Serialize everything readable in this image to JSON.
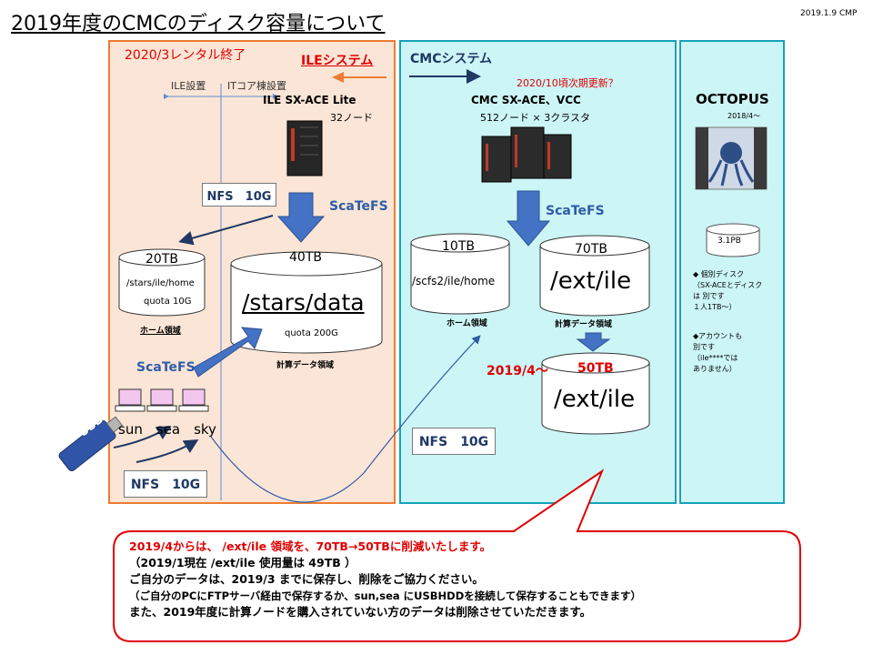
{
  "title": "2019年度のCMCのディスク容量について",
  "date": "2019.1.9 CMP",
  "ile": {
    "rental_end": "2020/3レンタル終了",
    "system_label": "ILEシステム",
    "ile_setup": "ILE設置",
    "it_setup": "ITコア棟設置",
    "machine": "ILE SX-ACE  Lite",
    "nodes": "32ノード",
    "nfs_top": "NFS　10G",
    "scatefs": "ScaTeFS",
    "home_size": "20TB",
    "home_path": "/stars/ile/home",
    "home_quota": "quota 10G",
    "home_label": "ホーム領域",
    "data_size": "40TB",
    "data_path": "/stars/data",
    "data_quota": "quota 200G",
    "data_label": "計算データ領域",
    "scatefs_bottom": "ScaTeFS",
    "pcs": "sun　sea　sky",
    "usb": "USB",
    "nfs_bottom": "NFS　10G"
  },
  "cmc": {
    "system_label": "CMCシステム",
    "update": "2020/10頃次期更新？",
    "machine": "CMC SX-ACE、VCC",
    "nodes": "512ノード × 3クラスタ",
    "scatefs": "ScaTeFS",
    "home_size": "10TB",
    "home_path": "/scfs2/ile/home",
    "home_label": "ホーム領域",
    "ext_size": "70TB",
    "ext_path": "/ext/ile",
    "ext_label": "計算データ領域",
    "new_date": "2019/4～",
    "new_size": "50TB",
    "new_path": "/ext/ile",
    "nfs": "NFS　10G"
  },
  "octopus": {
    "title": "OCTOPUS",
    "since": "2018/4～",
    "disk_size": "3.1PB",
    "note1": [
      "◆ 個別ディスク",
      "（SX-ACEとディスク",
      "は 別です",
      "１人1TB～）"
    ],
    "note2": [
      "◆アカウントも",
      "別です",
      "（ile****では",
      "ありません）"
    ]
  },
  "callout": {
    "line1": "2019/4からは、 /ext/ile 領域を、70TB→50TBに削減いたします。",
    "line2": "（2019/1現在  /ext/ile 使用量は 49TB ）",
    "line3": "ご自分のデータは、2019/3 までに保存し、削除をご協力ください。",
    "line4": "（ご自分のPCにFTPサーバ経由で保存するか、sun,sea にUSBHDDを接続して保存することもできます）",
    "line5": "また、2019年度に計算ノードを購入されていない方のデータは削除させていただきます。"
  },
  "colors": {
    "ile_bg": "#fbe5d6",
    "ile_border": "#ed7d31",
    "cmc_bg": "#ccf5f6",
    "cmc_border": "#17a2b8",
    "accent_red": "#e00000",
    "arrow_blue": "#4472c4",
    "usb_blue": "#2f54a8"
  }
}
